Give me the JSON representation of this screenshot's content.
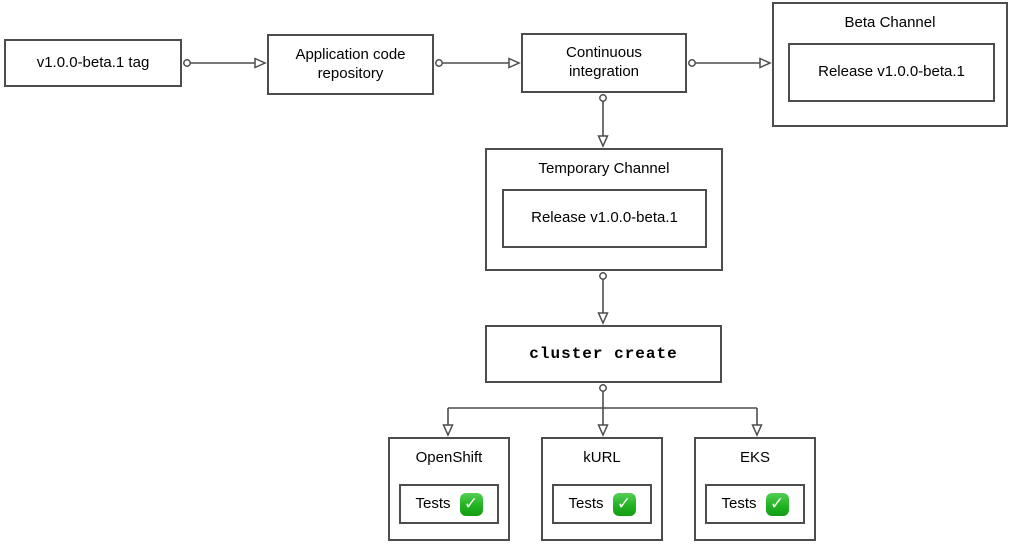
{
  "nodes": {
    "tag": {
      "label": "v1.0.0-beta.1 tag"
    },
    "repo": {
      "label": "Application code repository"
    },
    "ci": {
      "label": "Continuous integration"
    },
    "beta_channel": {
      "title": "Beta Channel",
      "release_label": "Release v1.0.0-beta.1"
    },
    "temporary_channel": {
      "title": "Temporary Channel",
      "release_label": "Release v1.0.0-beta.1"
    },
    "cluster_create": {
      "label": "cluster create"
    }
  },
  "clusters": [
    {
      "title": "OpenShift",
      "tests_label": "Tests",
      "status_icon": "check-mark-button"
    },
    {
      "title": "kURL",
      "tests_label": "Tests",
      "status_icon": "check-mark-button"
    },
    {
      "title": "EKS",
      "tests_label": "Tests",
      "status_icon": "check-mark-button"
    }
  ],
  "icons": {
    "check_glyph": "✓"
  },
  "colors": {
    "background": "#ffffff",
    "node_border": "#4d4d4d",
    "connector": "#4d4d4d",
    "text": "#000000",
    "check_green": "#21b321",
    "check_mark": "#ffffff"
  }
}
